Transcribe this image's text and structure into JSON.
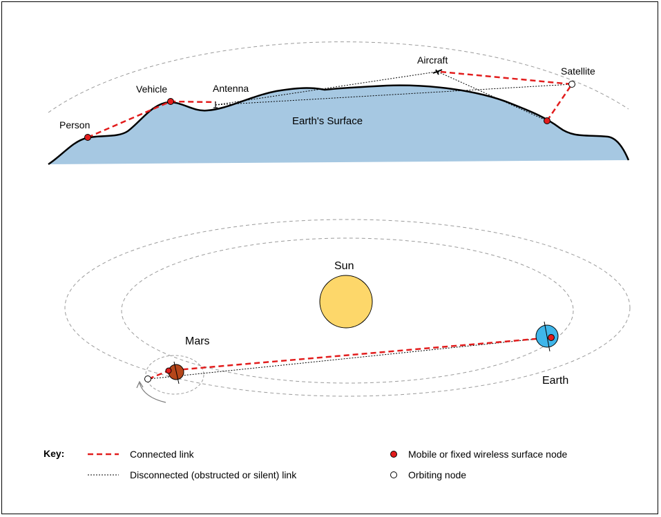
{
  "terrestrial": {
    "surface_label": "Earth's Surface",
    "nodes": {
      "person": "Person",
      "vehicle": "Vehicle",
      "antenna": "Antenna",
      "aircraft": "Aircraft",
      "satellite": "Satellite"
    }
  },
  "space": {
    "sun": "Sun",
    "mars": "Mars",
    "earth": "Earth"
  },
  "key": {
    "title": "Key:",
    "connected_link": "Connected link",
    "disconnected_link": "Disconnected (obstructed or silent) link",
    "surface_node": "Mobile or fixed wireless surface node",
    "orbiting_node": "Orbiting node"
  },
  "colors": {
    "link_red": "#e21c1c",
    "node_red": "#e21c1c",
    "surface_fill": "#a6c8e2",
    "sun_fill": "#fdd76a",
    "mars_fill": "#b5461a",
    "earth_fill": "#3fb6ea",
    "orbit_gray": "#9a9a9a"
  }
}
